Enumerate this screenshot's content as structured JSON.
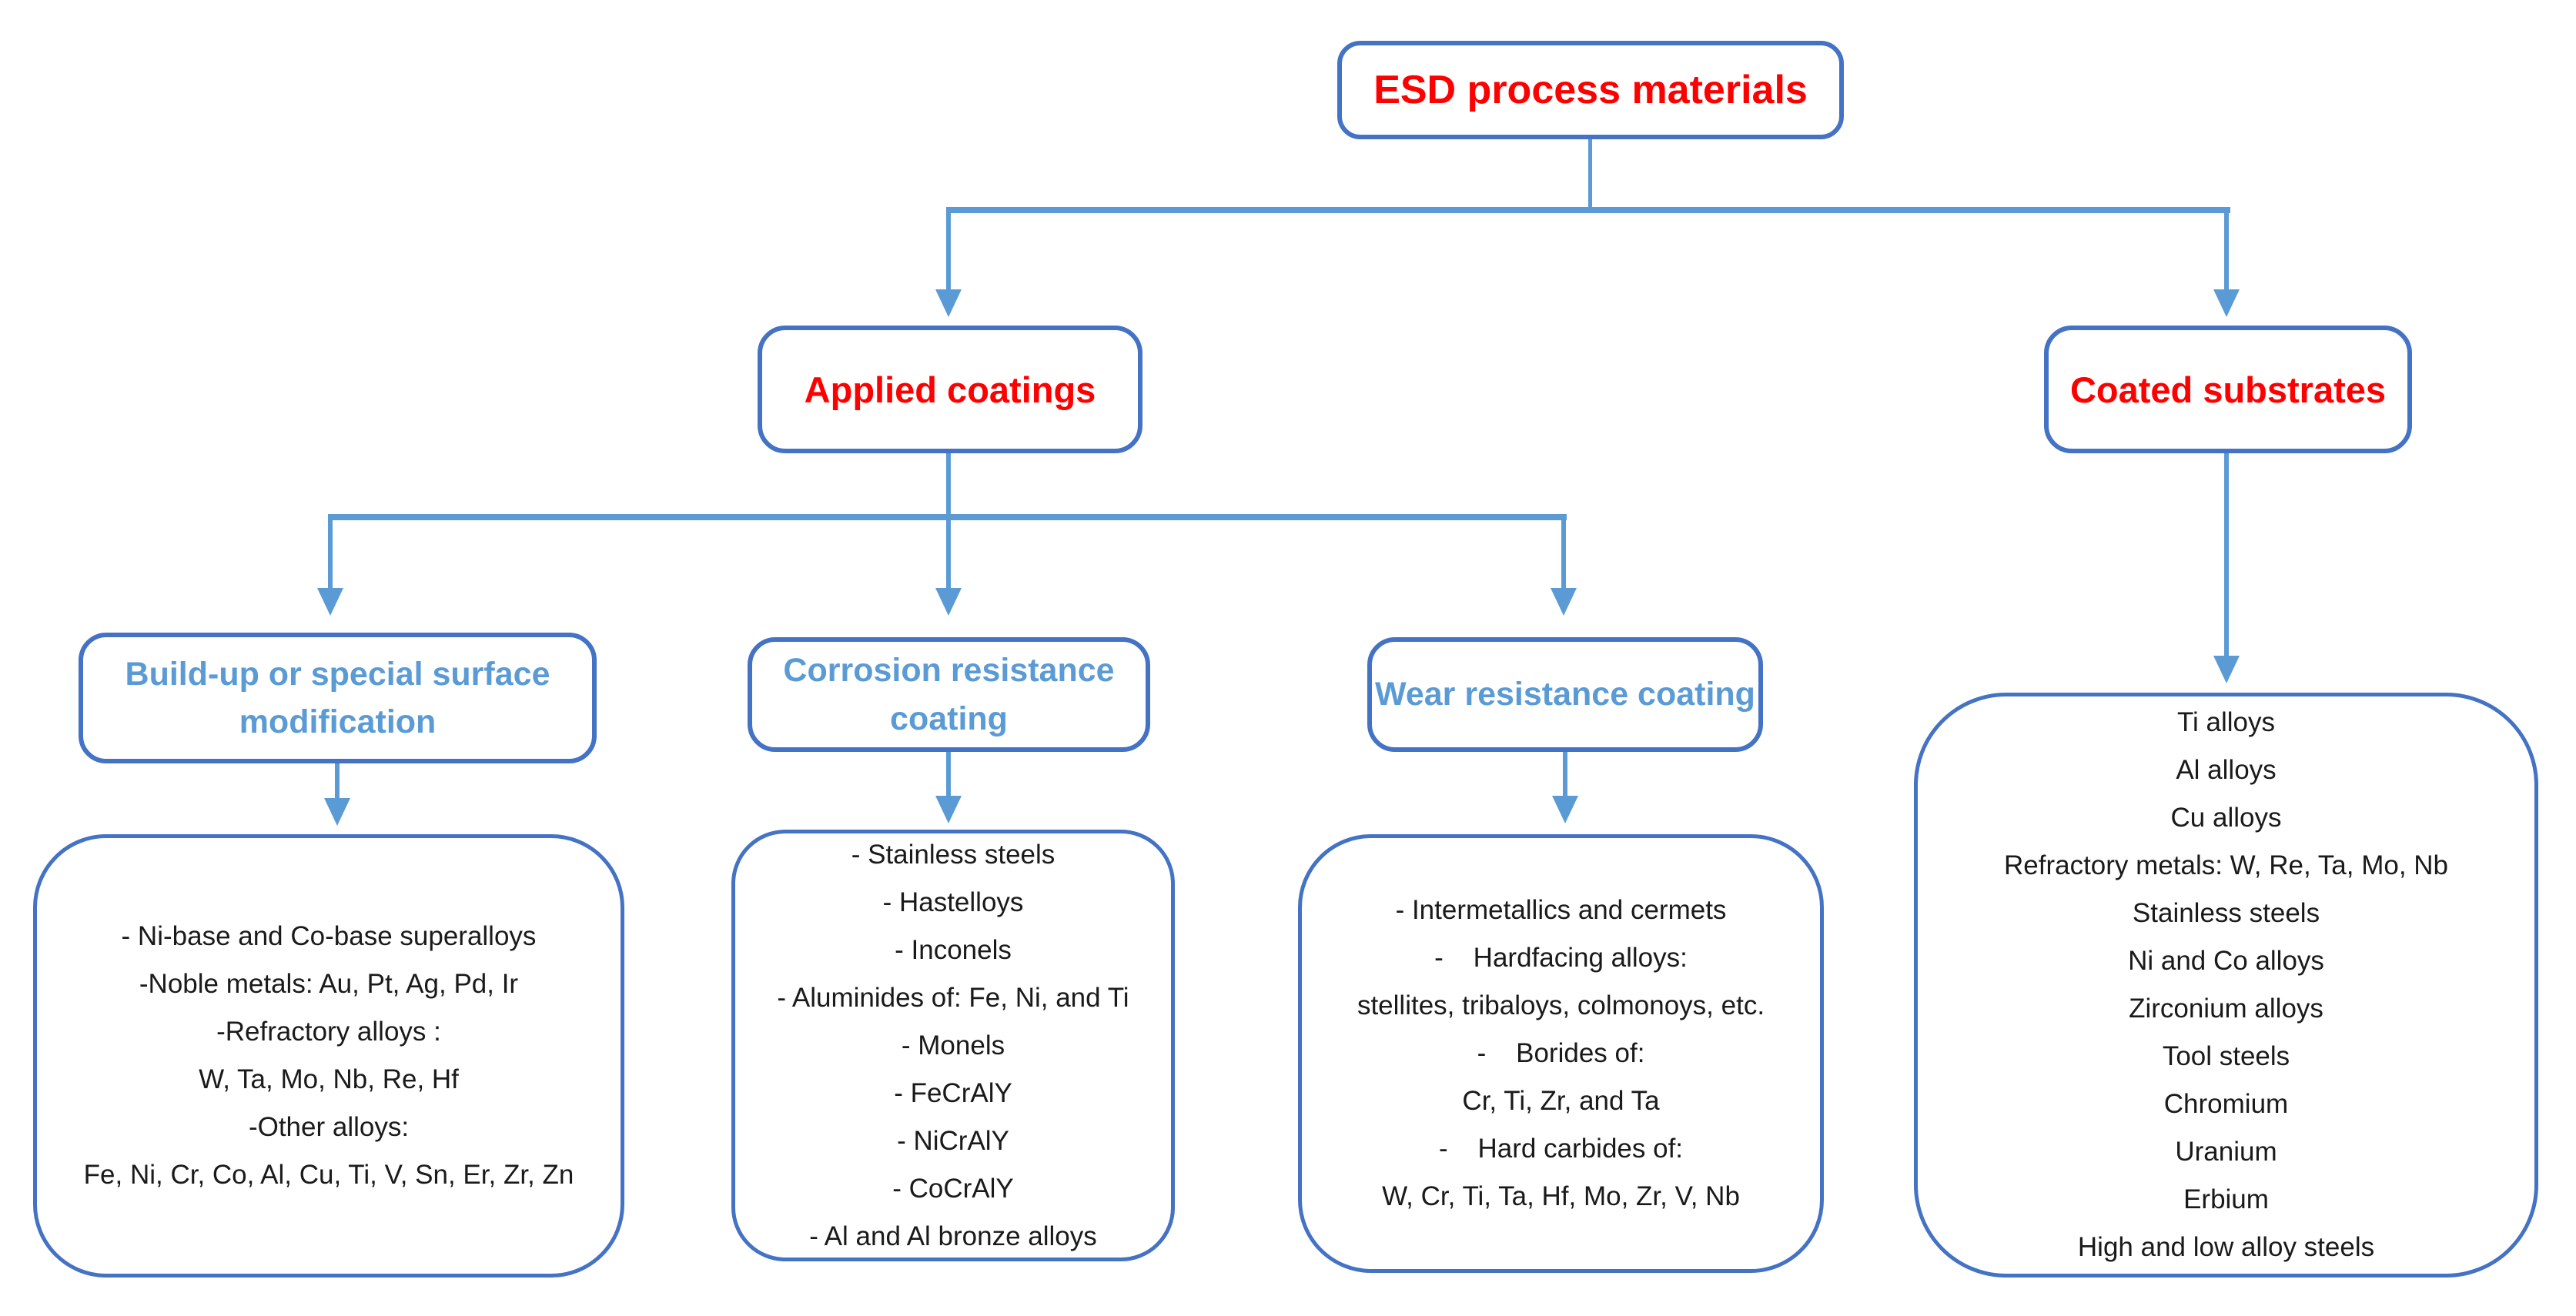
{
  "colors": {
    "box_border": "#4472C4",
    "connector": "#5B9BD5",
    "title_text": "#FF0000",
    "subhead_text": "#5B9BD5",
    "body_text": "#1a1a1a",
    "background": "#FFFFFF"
  },
  "nodes": {
    "root": {
      "label": "ESD process materials"
    },
    "applied": {
      "label": "Applied coatings"
    },
    "coated": {
      "label": "Coated substrates"
    },
    "buildup": {
      "label": "Build-up or special surface modification"
    },
    "corrosion": {
      "label": "Corrosion resistance coating"
    },
    "wear": {
      "label": "Wear resistance coating"
    }
  },
  "lists": {
    "buildup": {
      "items": [
        "- Ni-base and Co-base superalloys",
        "-Noble metals: Au, Pt, Ag, Pd, Ir",
        "-Refractory alloys :",
        "W, Ta, Mo, Nb, Re, Hf",
        "-Other alloys:",
        "Fe, Ni, Cr, Co, Al, Cu, Ti, V, Sn, Er, Zr, Zn"
      ]
    },
    "corrosion": {
      "items": [
        "- Stainless steels",
        "- Hastelloys",
        "- Inconels",
        "- Aluminides of: Fe, Ni, and Ti",
        "- Monels",
        "- FeCrAlY",
        "- NiCrAlY",
        "- CoCrAlY",
        "- Al and Al bronze alloys"
      ]
    },
    "wear": {
      "items": [
        "- Intermetallics and cermets",
        "-    Hardfacing alloys:",
        "stellites, tribaloys, colmonoys, etc.",
        "-    Borides of:",
        "Cr, Ti, Zr, and Ta",
        "-    Hard carbides of:",
        "W, Cr, Ti, Ta, Hf, Mo, Zr, V, Nb"
      ]
    },
    "substrates": {
      "items": [
        "Ti alloys",
        "Al alloys",
        "Cu alloys",
        "Refractory metals: W, Re, Ta, Mo, Nb",
        "Stainless steels",
        "Ni and Co alloys",
        "Zirconium alloys",
        "Tool steels",
        "Chromium",
        "Uranium",
        "Erbium",
        "High and low alloy steels"
      ]
    }
  }
}
